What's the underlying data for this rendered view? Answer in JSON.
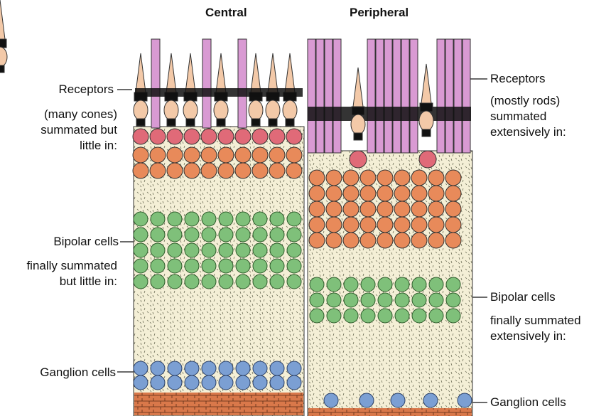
{
  "headers": {
    "central": "Central",
    "peripheral": "Peripheral"
  },
  "left_labels": {
    "receptors": "Receptors",
    "receptors_note": [
      "(many cones)",
      "summated but",
      "little in:"
    ],
    "bipolar": "Bipolar cells",
    "bipolar_note": [
      "finally summated",
      "but little in:"
    ],
    "ganglion": "Ganglion cells"
  },
  "right_labels": {
    "receptors": "Receptors",
    "receptors_note": [
      "(mostly rods)",
      "summated",
      "extensively in:"
    ],
    "bipolar": "Bipolar cells",
    "bipolar_note": [
      "finally summated",
      "extensively in:"
    ],
    "ganglion": "Ganglion cells"
  },
  "colors": {
    "rod": "#d99ad3",
    "cone": "#f3c9a8",
    "receptor_nucleus": "#e88a5a",
    "bipolar": "#7fc07a",
    "ganglion": "#7b9fd3",
    "matrix": "#f4efd6",
    "basal": "#d9784a",
    "pedicle": "#e06a78"
  }
}
